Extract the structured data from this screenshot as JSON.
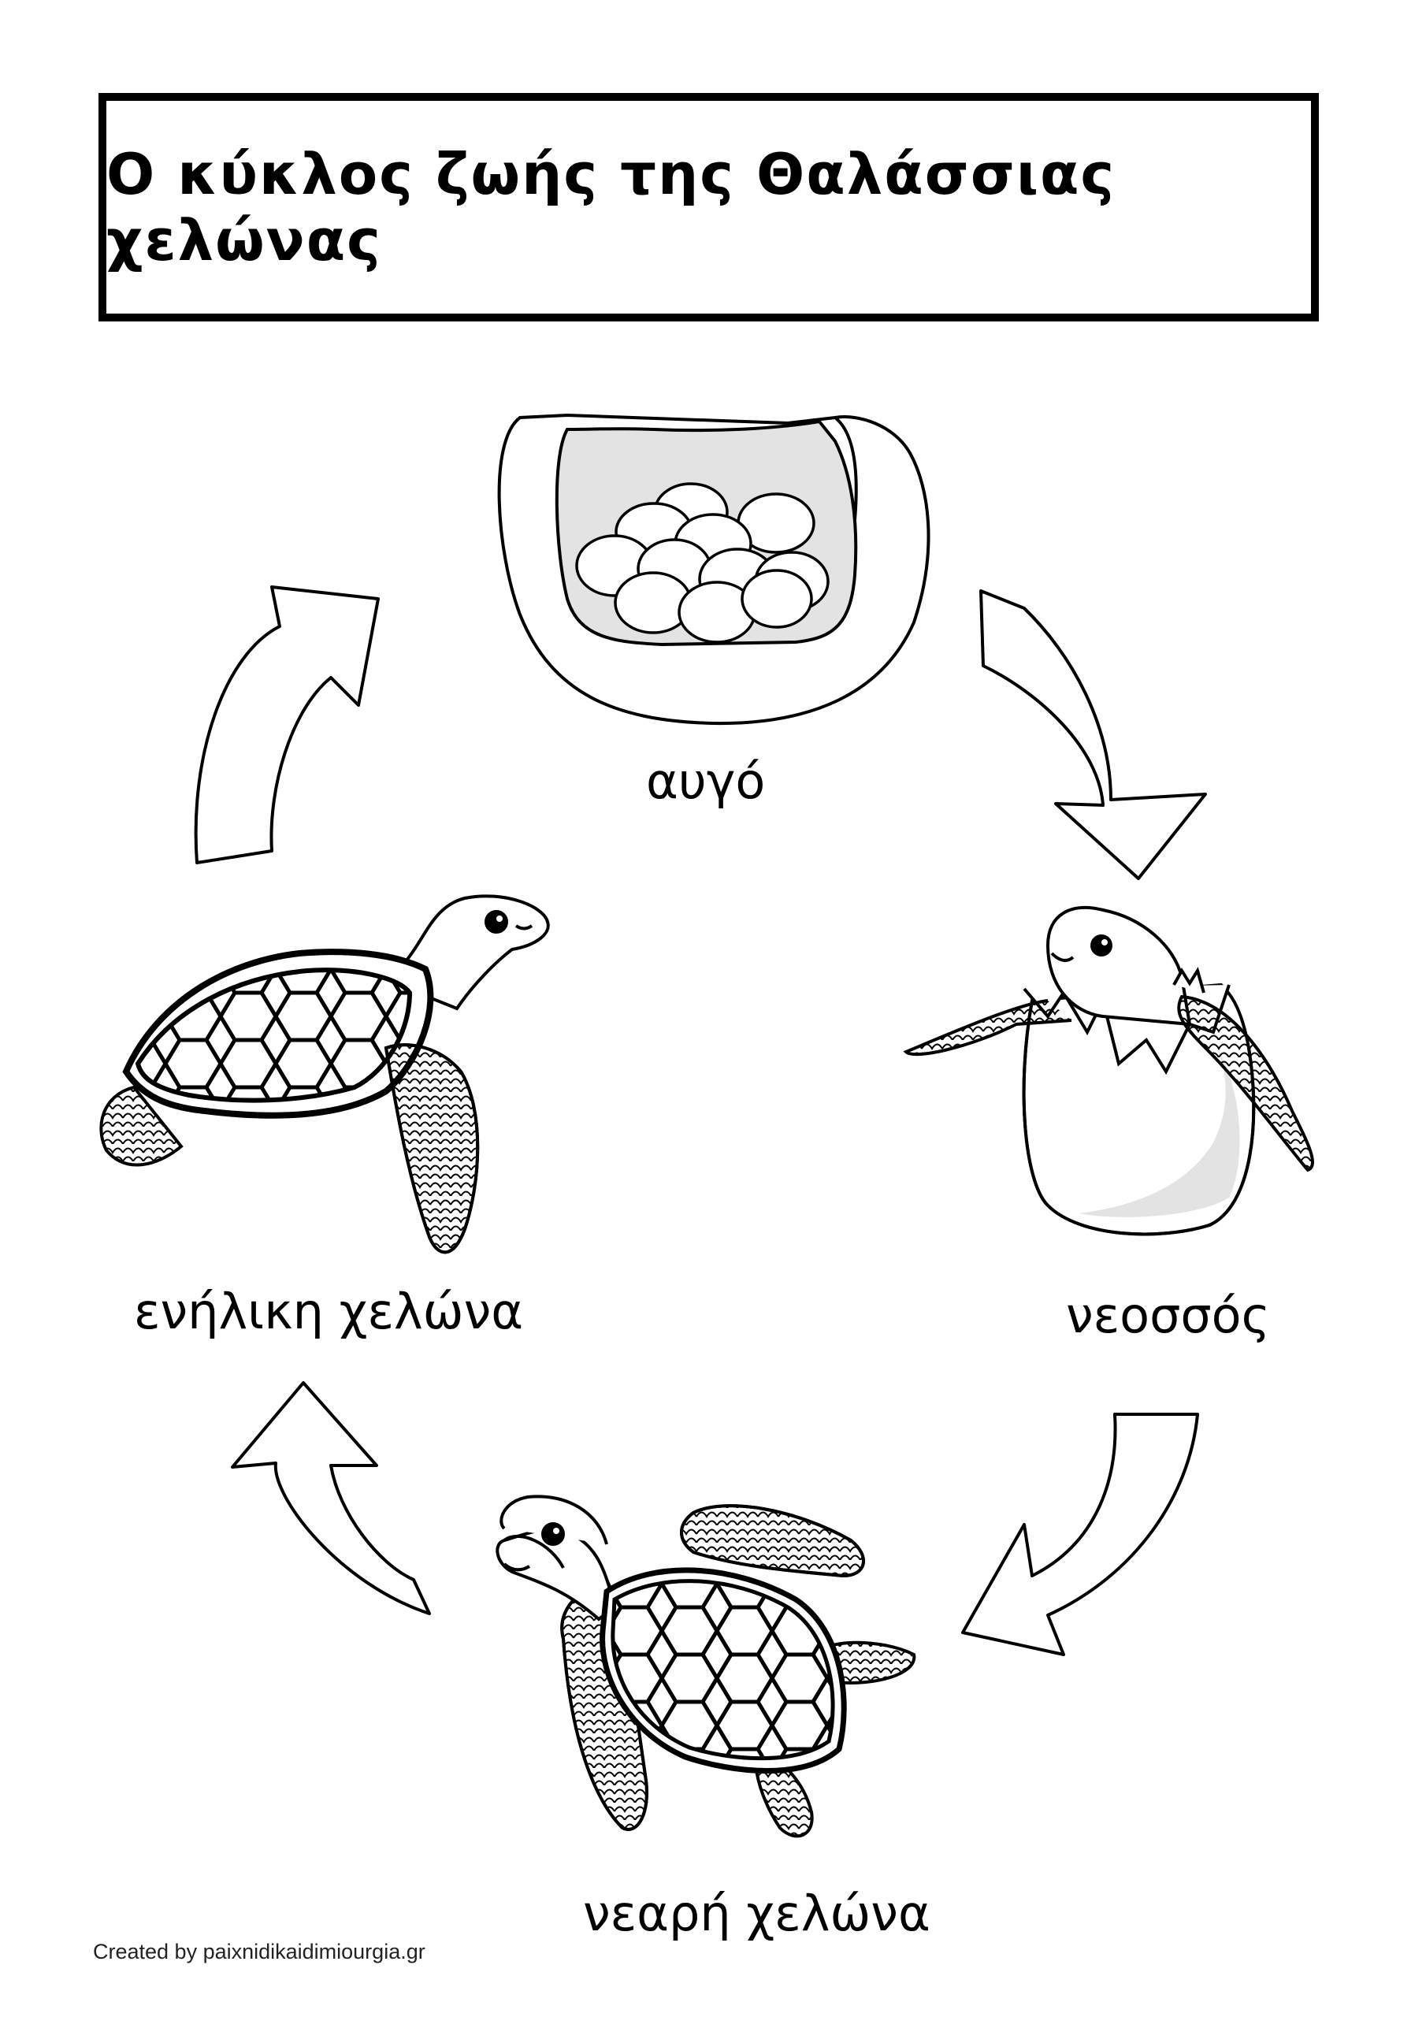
{
  "title": "Ο κύκλος ζωής της Θαλάσσιας χελώνας",
  "stages": {
    "egg": "αυγό",
    "hatchling": "νεοσσός",
    "juvenile": "νεαρή χελώνα",
    "adult": "ενήλικη χελώνα"
  },
  "credit": "Created by paixnidikaidimiourgia.gr",
  "colors": {
    "ink": "#000000",
    "shade": "#e3e3e3",
    "paper": "#ffffff"
  }
}
